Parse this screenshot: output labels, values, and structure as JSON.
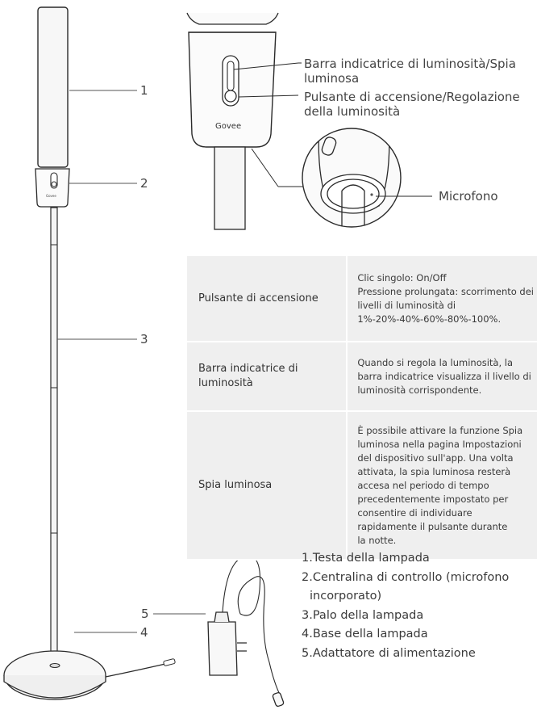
{
  "callouts": {
    "n1": "1",
    "n2": "2",
    "n3": "3",
    "n4": "4",
    "n5": "5",
    "brightness_bar_line1": "Barra indicatrice di luminosità/Spia",
    "brightness_bar_line2": "luminosa",
    "power_button_line1": "Pulsante di accensione/Regolazione",
    "power_button_line2": "della luminosità",
    "microphone": "Microfono",
    "brand": "Govee",
    "brand_small": "Govee"
  },
  "table": {
    "rows": [
      {
        "name": "Pulsante di accensione",
        "desc": [
          "Clic singolo: On/Off",
          "Pressione prolungata: scorrimento dei",
          "livelli di luminosità di",
          "1%-20%-40%-60%-80%-100%."
        ]
      },
      {
        "name_line1": "Barra indicatrice di",
        "name_line2": "luminosità",
        "desc": [
          "Quando si regola la luminosità, la",
          "barra indicatrice visualizza il livello di",
          "luminosità corrispondente."
        ]
      },
      {
        "name": "Spia luminosa",
        "desc": [
          "È possibile attivare la funzione Spia",
          "luminosa nella pagina Impostazioni",
          "del dispositivo sull'app. Una volta",
          "attivata, la spia luminosa resterà",
          "accesa nel periodo di tempo",
          "precedentemente impostato per",
          "consentire di individuare",
          "rapidamente il pulsante durante",
          "la notte."
        ]
      }
    ]
  },
  "legend": {
    "items": [
      "1.Testa della lampada",
      "2.Centralina di controllo (microfono",
      "incorporato)",
      "3.Palo della lampada",
      "4.Base della lampada",
      "5.Adattatore di alimentazione"
    ]
  }
}
